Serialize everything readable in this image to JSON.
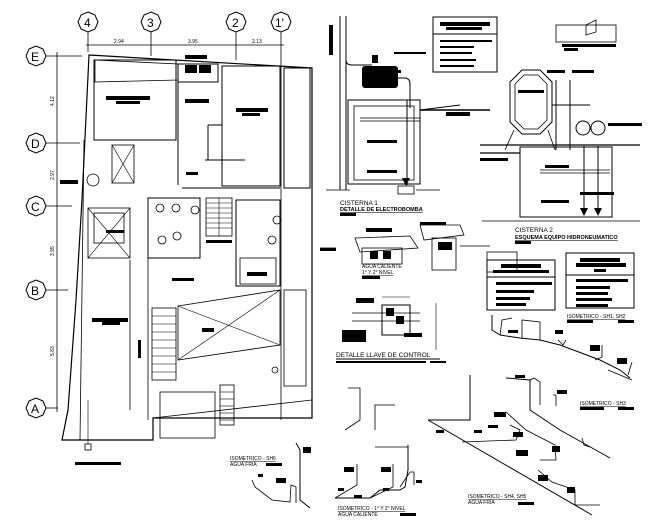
{
  "drawing": {
    "type": "plumbing-installation-sheet",
    "line_color": "#000000",
    "background_color": "#ffffff"
  },
  "floor_plan": {
    "grid_columns": [
      "4",
      "3",
      "2",
      "1'"
    ],
    "grid_rows": [
      "E",
      "D",
      "C",
      "B",
      "A"
    ],
    "horizontal_dimensions": [
      "2.94",
      "3.95",
      "2.13"
    ],
    "vertical_dimensions": [
      "4.12",
      "2.97",
      "3.95",
      "5.83"
    ]
  },
  "details": {
    "cisterna1": {
      "title": "CISTERNA 1",
      "subtitle": "DETALLE DE ELECTROBOMBA"
    },
    "cisterna2": {
      "title": "CISTERNA 2",
      "subtitle": "ESQUEMA EQUIPO HIDRONEUMATICO"
    },
    "agua_caliente": {
      "title": "AGUA CALIENTE",
      "subtitle": "1° Y 2° NIVEL"
    },
    "llave_control": {
      "title": "DETALLE LLAVE DE CONTROL"
    }
  },
  "isometrics": [
    {
      "id": "sh11",
      "title": "ISOMETRICO - SH1, SH2"
    },
    {
      "id": "sh3",
      "title": "ISOMETRICO - SH3"
    },
    {
      "id": "sh4",
      "title": "ISOMETRICO - SH4, SH5",
      "subtitle": "AGUA FRIA"
    },
    {
      "id": "sh6",
      "title": "ISOMETRICO - SH6",
      "subtitle": "AGUA FRIA"
    },
    {
      "id": "nivel",
      "title": "ISOMETRICO - 1° Y 2° NIVEL",
      "subtitle": "AGUA CALIENTE"
    }
  ]
}
